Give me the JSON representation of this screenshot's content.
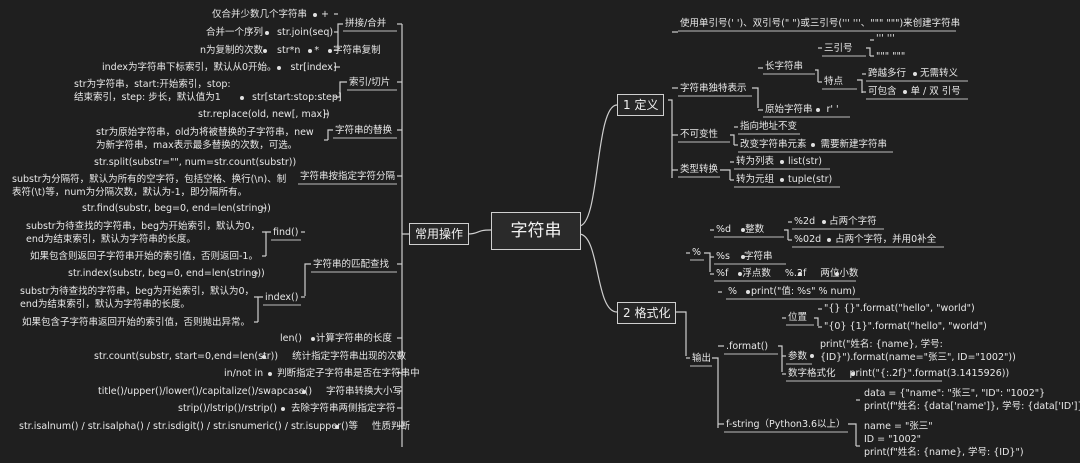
{
  "root": {
    "label": "字符串"
  },
  "branches": {
    "definition": {
      "label": "1 定义",
      "create": "使用单引号(' ')、双引号(\" \")或三引号(''' '''、\"\"\" \"\"\")来创建字符串",
      "special": "字符串独特表示",
      "long_str": "长字符串",
      "triple_quote": "三引号",
      "tq_a": "''' '''",
      "tq_b": "\"\"\" \"\"\"",
      "features": "特点",
      "multiline": "跨越多行",
      "no_escape": "无需转义",
      "contains": "可包含",
      "quotes": "单 / 双 引号",
      "raw_str": "原始字符串",
      "raw_ex": "r' '",
      "immutable": "不可变性",
      "addr": "指向地址不变",
      "change_elem": "改变字符串元素",
      "need_new": "需要新建字符串",
      "convert": "类型转换",
      "to_list": "转为列表",
      "list_fn": "list(str)",
      "to_tuple": "转为元组",
      "tuple_fn": "tuple(str)"
    },
    "format": {
      "label": "2 格式化",
      "percent": "%",
      "pd": "%d",
      "int": "整数",
      "p2d": "%2d",
      "two_pos": "占两个字符",
      "p02d": "%02d",
      "two_pos_zero": "占两个字符，并用0补全",
      "ps": "%s",
      "str": "字符串",
      "pf": "%f",
      "float": "浮点数",
      "p2f": "%.2f",
      "two_dec": "两位小数",
      "output": "输出",
      "pct_ex_key": "%",
      "pct_ex": "print(\"值: %s\" % num)",
      "fmt": ".format()",
      "position": "位置",
      "pos_ex1": "\"{} {}\".format(\"hello\", \"world\")",
      "pos_ex2": "\"{0} {1}\".format(\"hello\", \"world\")",
      "params": "参数",
      "params_ex": "print(\"姓名: {name}, 学号: {ID}\").format(name=\"张三\", ID=\"1002\"))",
      "num_fmt": "数字格式化",
      "num_ex": "print(\"{:.2f}\".format(3.1415926))",
      "fstring": "f-string（Python3.6以上）",
      "fs_ex1a": "data = {\"name\": \"张三\", \"ID\": \"1002\"}",
      "fs_ex1b": "print(f\"姓名: {data['name']}, 学号: {data['ID']}\")",
      "fs_ex2a": "name = \"张三\"",
      "fs_ex2b": "ID = \"1002\"",
      "fs_ex2c": "print(f\"姓名: {name}, 学号: {ID}\")"
    },
    "ops": {
      "label": "常用操作",
      "concat": "拼接/合并",
      "concat_few": "仅合并少数几个字符串",
      "plus": "+",
      "join_seq": "合并一个序列",
      "join_fn": "str.join(seq)",
      "repeat_n": "n为复制的次数",
      "repeat_fn": "str*n",
      "star": "*",
      "copy": "字符串复制",
      "index": "索引/切片",
      "index_desc": "index为字符串下标索引，默认从0开始。",
      "index_fn": "str[index]",
      "slice_desc": "str为字符串，start:开始索引，stop:结束索引，step: 步长，默认值为1",
      "slice_fn": "str[start:stop:step]",
      "replace": "字符串的替换",
      "replace_fn": "str.replace(old, new[, max])",
      "replace_desc": "str为原始字符串，old为将被替换的子字符串，new为新字符串，max表示最多替换的次数，可选。",
      "split": "字符串按指定字符分隔",
      "split_fn": "str.split(substr=\"\", num=str.count(substr))",
      "split_desc": "substr为分隔符，默认为所有的空字符，包括空格、换行(\\n)、制表符(\\t)等，num为分隔次数，默认为-1，即分隔所有。",
      "find_match": "字符串的匹配查找",
      "find": "find()",
      "find_fn": "str.find(substr, beg=0, end=len(string))",
      "find_desc": "substr为待查找的字符串，beg为开始索引，默认为0，end为结束索引，默认为字符串的长度。",
      "find_ret": "如果包含则返回子字符串开始的索引值，否则返回-1。",
      "idx": "index()",
      "idx_fn": "str.index(substr, beg=0, end=len(string))",
      "idx_desc": "substr为待查找的字符串，beg为开始索引，默认为0，end为结束索引，默认为字符串的长度。",
      "idx_ret": "如果包含子字符串返回开始的索引值，否则抛出异常。",
      "len": "len()",
      "len_desc": "计算字符串的长度",
      "count_fn": "str.count(substr, start=0,end=len(str))",
      "count_desc": "统计指定字符串出现的次数",
      "in": "in/not in",
      "in_desc": "判断指定子字符串是否在字符串中",
      "case": "title()/upper()/lower()/capitalize()/swapcase()",
      "case_desc": "字符串转换大小写",
      "strip": "strip()/lstrip()/rstrip()",
      "strip_desc": "去除字符串两侧指定字符",
      "is": "str.isalnum() / str.isalpha() / str.isdigit() / str.isnumeric() / str.isupper()等",
      "is_desc": "性质判断"
    }
  }
}
